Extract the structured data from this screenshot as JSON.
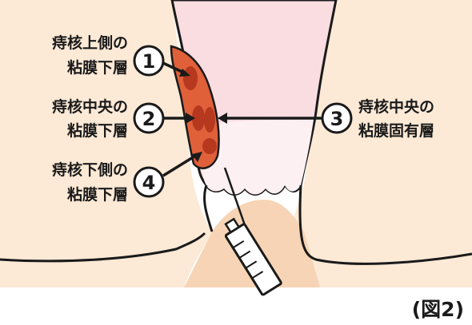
{
  "labels": {
    "l1_line1": "痔核上側の",
    "l1_line2": "粘膜下層",
    "l2_line1": "痔核中央の",
    "l2_line2": "粘膜下層",
    "l3_line1": "痔核中央の",
    "l3_line2": "粘膜固有層",
    "l4_line1": "痔核下側の",
    "l4_line2": "粘膜下層"
  },
  "markers": [
    "1",
    "2",
    "3",
    "4"
  ],
  "figure_caption": "(図2)",
  "colors": {
    "skin": "#fce9d6",
    "canal": "#f9dde0",
    "hemorrhoid": "#e0603a",
    "hemorrhoid_dark": "#b5381f",
    "outline": "#1a1a1a",
    "syringe": "#ffffff"
  }
}
